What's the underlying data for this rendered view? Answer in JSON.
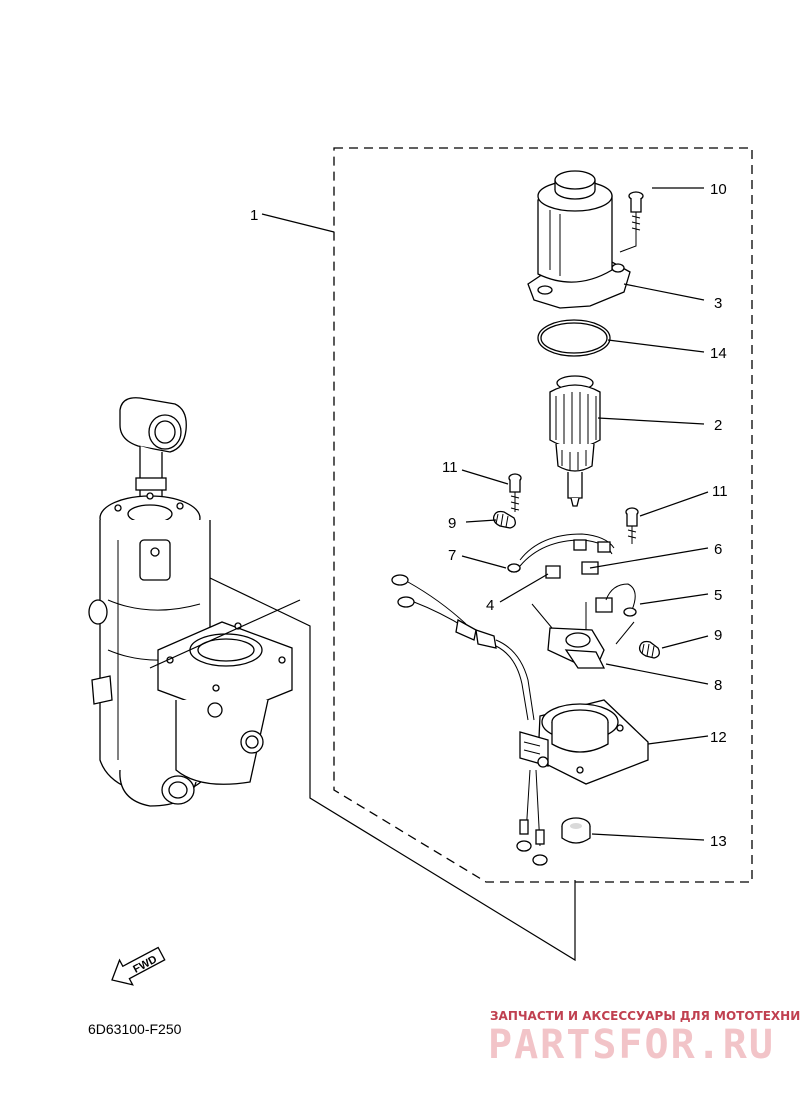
{
  "diagram_code": "6D63100-F250",
  "fwd_label": "FWD",
  "watermark": {
    "caption": "ЗАПЧАСТИ И АКСЕССУАРЫ ДЛЯ МОТОТЕХНИКИ",
    "brand": "PARTSFOR.RU"
  },
  "callouts": {
    "c1": "1",
    "c2": "2",
    "c3": "3",
    "c4": "4",
    "c5": "5",
    "c6": "6",
    "c7": "7",
    "c8": "8",
    "c9a": "9",
    "c9b": "9",
    "c10": "10",
    "c11a": "11",
    "c11b": "11",
    "c12": "12",
    "c13": "13",
    "c14": "14"
  }
}
